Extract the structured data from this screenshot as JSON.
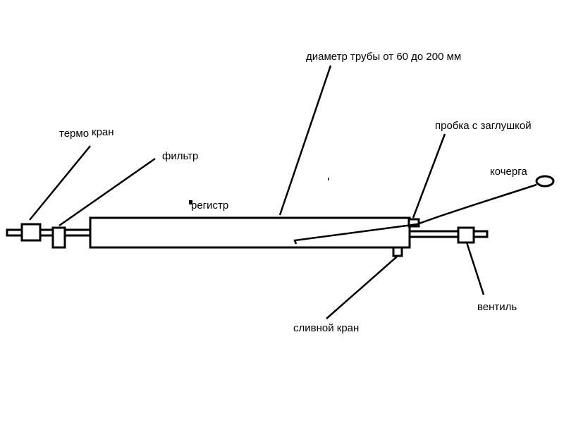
{
  "labels": {
    "termo": "термо",
    "kran": "кран",
    "filter": "фильтр",
    "register": "регистр",
    "pipe_diameter": "диаметр трубы от 60 до 200 мм",
    "plug": "пробка с заглушкой",
    "poker": "кочерга",
    "valve": "вентиль",
    "drain": "сливной кран"
  },
  "colors": {
    "stroke": "#000000",
    "background": "#ffffff"
  }
}
